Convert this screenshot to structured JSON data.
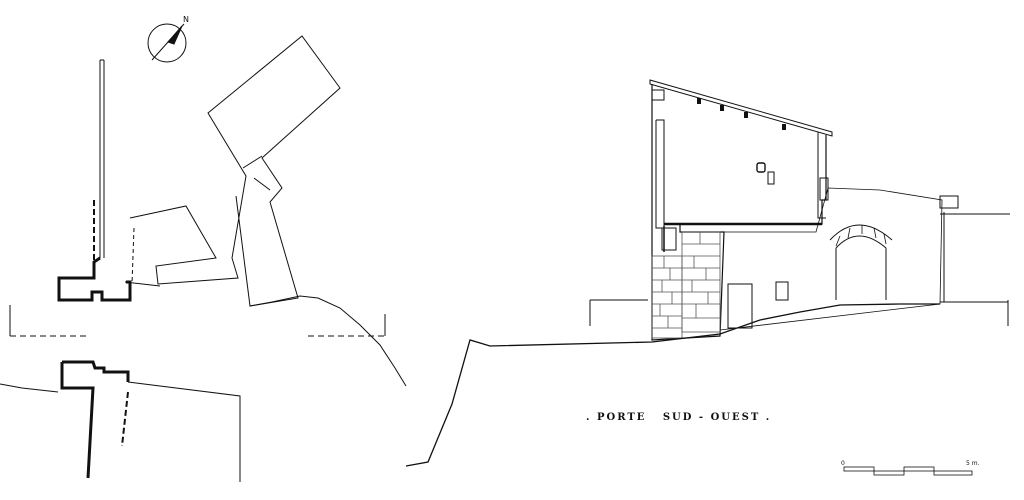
{
  "title": ". PORTE   SUD - OUEST .",
  "scale_bar": {
    "start_label": "0",
    "end_label": "5 m."
  },
  "north_arrow": {
    "label": "N"
  },
  "colors": {
    "ink": "#111111",
    "masonry": "#555555",
    "background": "#ffffff"
  }
}
